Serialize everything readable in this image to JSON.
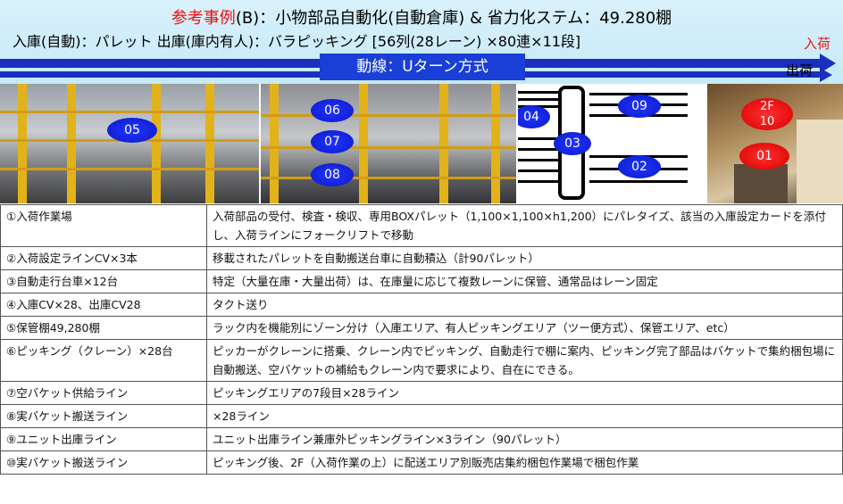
{
  "header": {
    "title_red": "参考事例",
    "title_rest": "(B)：小物部品自動化(自動倉庫) & 省力化ステム：49.280棚",
    "subtitle": "入庫(自動)：パレット  出庫(庫内有人)：バラピッキング [56列(28レーン) ×80連×11段]",
    "flow_label": "動線：Uターン方式",
    "inbound": "入荷",
    "outbound": "出荷",
    "colors": {
      "header_bg": "#cdebf8",
      "arrow": "#1a2fbf",
      "accent_red": "#e11111"
    }
  },
  "markers": {
    "m05": "05",
    "m06": "06",
    "m07": "07",
    "m08": "08",
    "m04": "04",
    "m03": "03",
    "m09": "09",
    "m02": "02",
    "m2f": "2F",
    "m10": "10",
    "m01": "01"
  },
  "rows": [
    {
      "label": "①入荷作業場",
      "desc": "入荷部品の受付、検査・検収、専用BOXパレット（1,100×1,100×h1,200）にパレタイズ、該当の入庫設定カードを添付し、入荷ラインにフォークリフトで移動"
    },
    {
      "label": "②入荷設定ラインCV×3本",
      "desc": "移載されたパレットを自動搬送台車に自動積込（計90パレット）"
    },
    {
      "label": "③自動走行台車×12台",
      "desc": "特定（大量在庫・大量出荷）は、在庫量に応じて複数レーンに保管、通常品はレーン固定"
    },
    {
      "label": "④入庫CV×28、出庫CV28",
      "desc": "タクト送り"
    },
    {
      "label": "⑤保管棚49,280棚",
      "desc": "ラック内を機能別にゾーン分け（入庫エリア、有人ピッキングエリア（ツー便方式）、保管エリア、etc）"
    },
    {
      "label": "⑥ピッキング（クレーン）×28台",
      "desc": "ピッカーがクレーンに搭乗、クレーン内でピッキング、自動走行で棚に案内、ピッキング完了部品はバケットで集約梱包場に自動搬送、空バケットの補給もクレーン内で要求により、自在にできる。"
    },
    {
      "label": "⑦空バケット供給ライン",
      "desc": "ピッキングエリアの7段目×28ライン"
    },
    {
      "label": "⑧実バケット搬送ライン",
      "desc": "×28ライン"
    },
    {
      "label": "⑨ユニット出庫ライン",
      "desc": "ユニット出庫ライン兼庫外ピッキングライン×3ライン（90パレット）"
    },
    {
      "label": "⑩実バケット搬送ライン",
      "desc": "ピッキング後、2F（入荷作業の上）に配送エリア別販売店集約梱包作業場で梱包作業"
    }
  ]
}
